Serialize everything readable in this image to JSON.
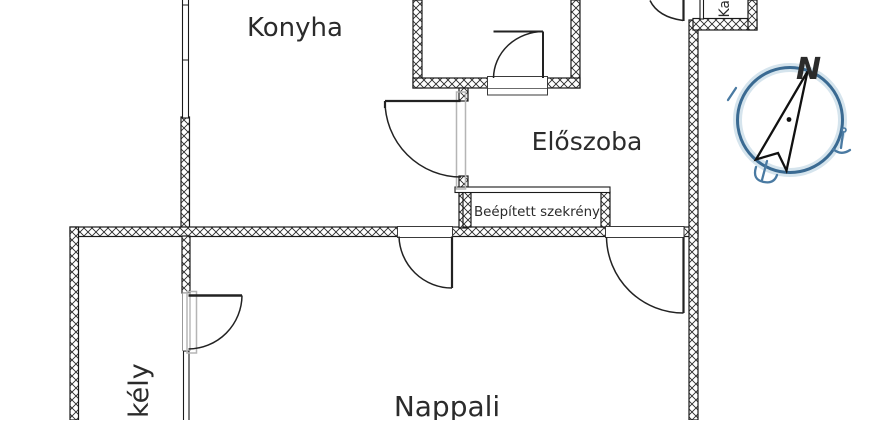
{
  "labels": {
    "konyha": "Konyha",
    "eloszoba": "Előszoba",
    "nappali": "Nappali",
    "erkely_partial": "kély",
    "kamra_partial": "Ka",
    "closet": "Beépített szekrény",
    "compass_north": "N"
  },
  "colors": {
    "wall_line": "#1a1a1a",
    "compass_ring": "#3a6a92",
    "compass_halo": "#b3cede",
    "compass_marks": "#4a7aa2",
    "door_frame": "#b5b5b5"
  }
}
